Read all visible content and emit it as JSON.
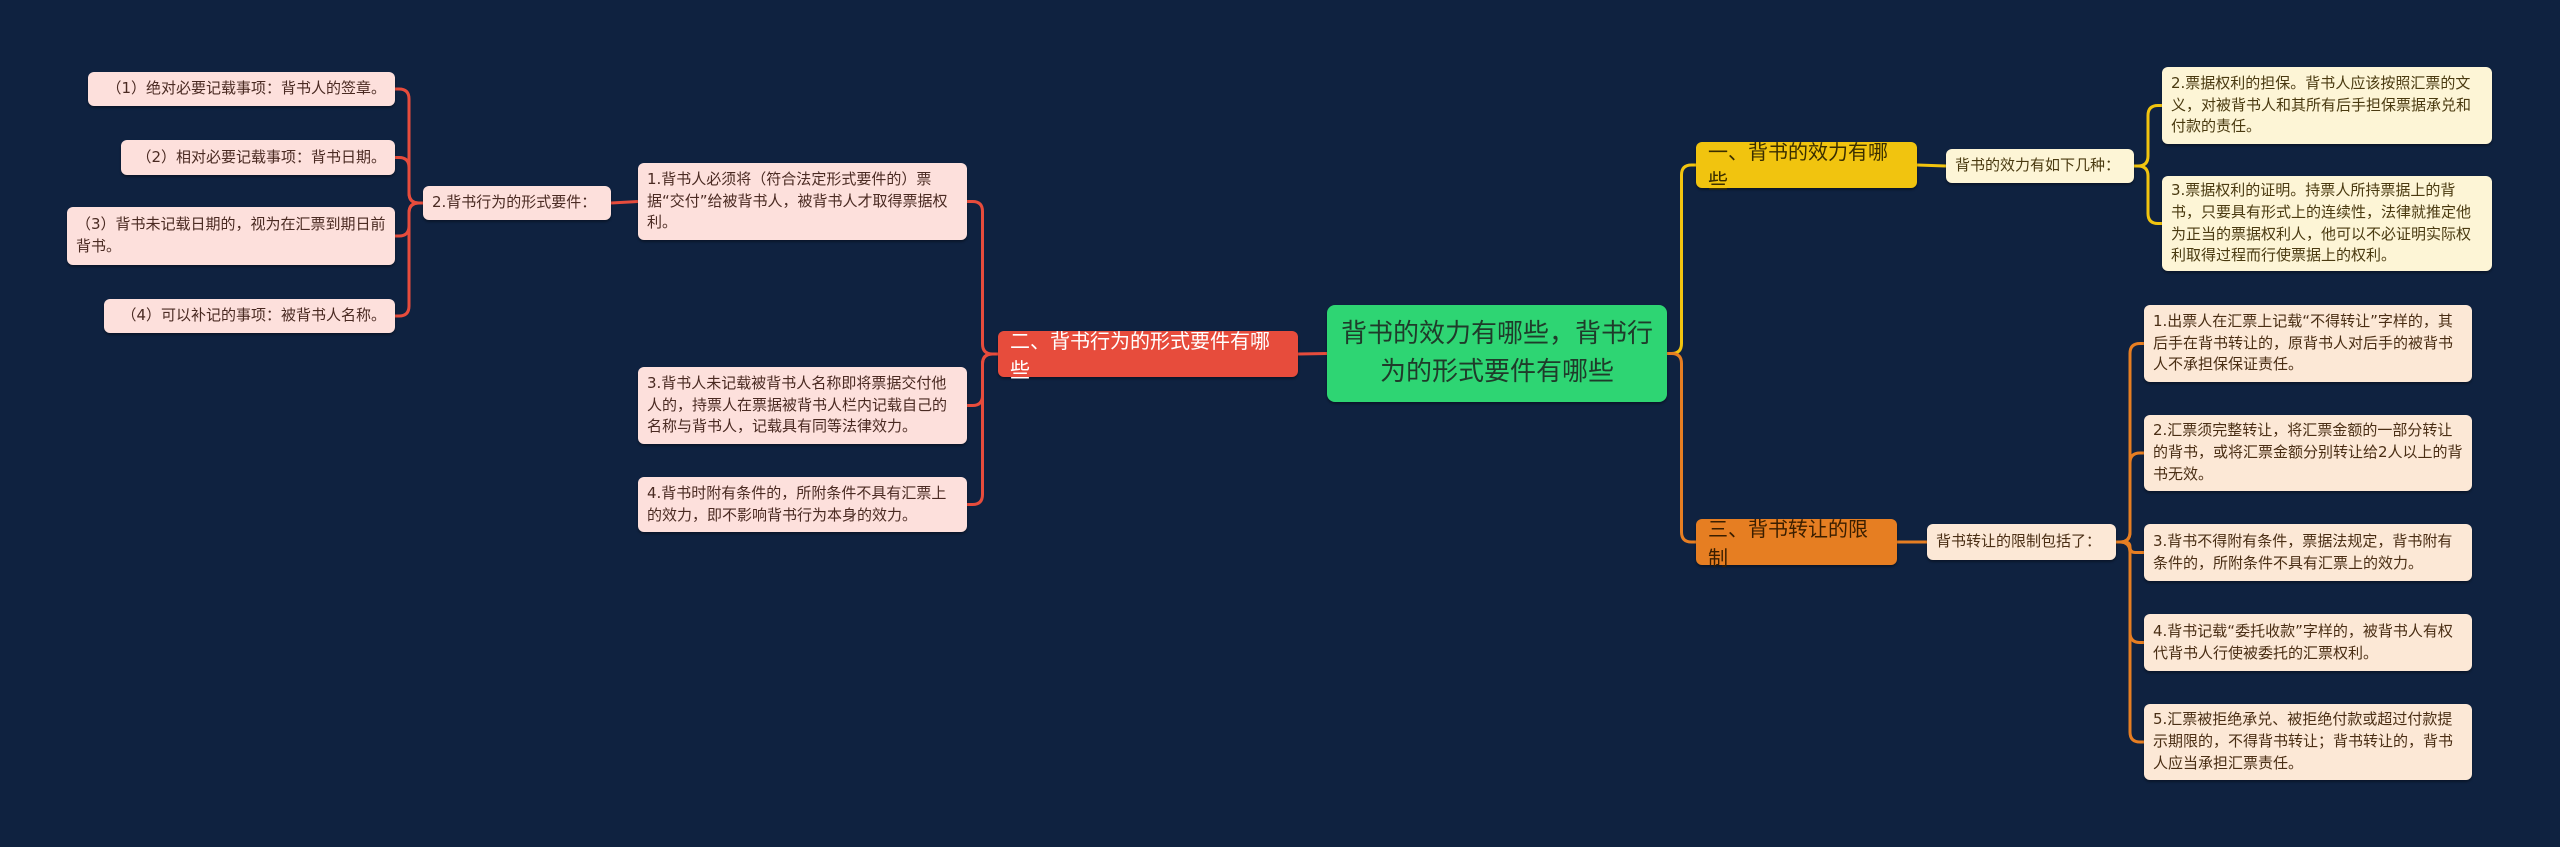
{
  "root": "背书的效力有哪些，背书行为的形式要件有哪些",
  "colors": {
    "background": "#0f2240",
    "root": "#2ed573",
    "branch_red": "#e74c3c",
    "branch_yellow": "#f1c40f",
    "branch_orange": "#e67e22"
  },
  "left": {
    "title": "二、背书行为的形式要件有哪些",
    "sub": "2.背书行为的形式要件：",
    "sub_items": [
      "（1）绝对必要记载事项：背书人的签章。",
      "（2）相对必要记载事项：背书日期。",
      "（3）背书未记载日期的，视为在汇票到期日前背书。",
      "（4）可以补记的事项：被背书人名称。"
    ],
    "items": [
      "1.背书人必须将（符合法定形式要件的）票据“交付”给被背书人，被背书人才取得票据权利。",
      "3.背书人未记载被背书人名称即将票据交付他人的，持票人在票据被背书人栏内记载自己的名称与背书人，记载具有同等法律效力。",
      "4.背书时附有条件的，所附条件不具有汇票上的效力，即不影响背书行为本身的效力。"
    ]
  },
  "right_top": {
    "title": "一、背书的效力有哪些",
    "sub": "背书的效力有如下几种：",
    "items": [
      "2.票据权利的担保。背书人应该按照汇票的文义，对被背书人和其所有后手担保票据承兑和付款的责任。",
      "3.票据权利的证明。持票人所持票据上的背书，只要具有形式上的连续性，法律就推定他为正当的票据权利人，他可以不必证明实际权利取得过程而行使票据上的权利。"
    ]
  },
  "right_bottom": {
    "title": "三、背书转让的限制",
    "sub": "背书转让的限制包括了：",
    "items": [
      "1.出票人在汇票上记载“不得转让”字样的，其后手在背书转让的，原背书人对后手的被背书人不承担保保证责任。",
      "2.汇票须完整转让，将汇票金额的一部分转让的背书，或将汇票金额分别转让给2人以上的背书无效。",
      "3.背书不得附有条件，票据法规定，背书附有条件的，所附条件不具有汇票上的效力。",
      "4.背书记载“委托收款”字样的，被背书人有权代背书人行使被委托的汇票权利。",
      "5.汇票被拒绝承兑、被拒绝付款或超过付款提示期限的，不得背书转让；背书转让的，背书人应当承担汇票责任。"
    ]
  }
}
